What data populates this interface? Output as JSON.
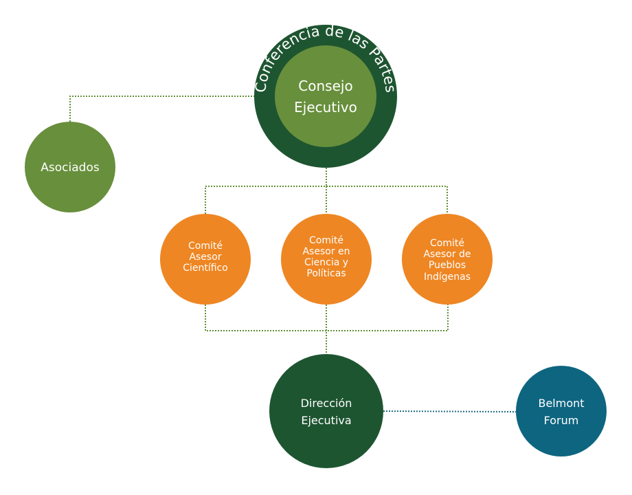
{
  "nodes": {
    "conferencia": {
      "label": "Conferencia de las Partes",
      "color": "#1e5531"
    },
    "consejo": {
      "lines": [
        "Consejo",
        "Ejecutivo"
      ],
      "color": "#688f3c"
    },
    "asociados": {
      "lines": [
        "Asociados"
      ],
      "color": "#688f3c"
    },
    "comite_cientifico": {
      "lines": [
        "Comité",
        "Asesor",
        "Científico"
      ],
      "color": "#ee8623"
    },
    "comite_ciencia_politicas": {
      "lines": [
        "Comité",
        "Asesor en",
        "Ciencia y",
        "Políticas"
      ],
      "color": "#ee8623"
    },
    "comite_pueblos": {
      "lines": [
        "Comité",
        "Asesor de",
        "Pueblos",
        "Indígenas"
      ],
      "color": "#ee8623"
    },
    "direccion": {
      "lines": [
        "Dirección",
        "Ejecutiva"
      ],
      "color": "#1e5531"
    },
    "belmont": {
      "lines": [
        "Belmont",
        "Forum"
      ],
      "color": "#0e6580"
    }
  },
  "connector_colors": {
    "green": "#5f8f32",
    "teal": "#1a6a80"
  }
}
